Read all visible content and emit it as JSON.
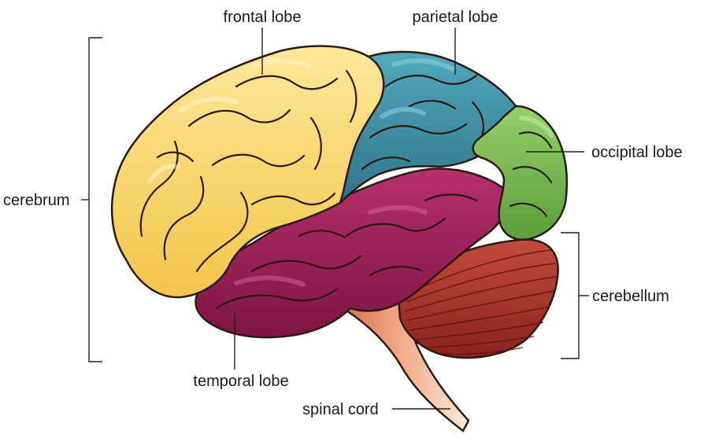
{
  "labels": {
    "frontal": "frontal lobe",
    "parietal": "parietal lobe",
    "occipital": "occipital lobe",
    "cerebrum": "cerebrum",
    "cerebellum": "cerebellum",
    "temporal": "temporal lobe",
    "spinal": "spinal cord"
  },
  "colors": {
    "frontal": "#f9d56a",
    "parietal": "#3f8fa3",
    "occipital": "#78bd4e",
    "temporal": "#9a1f55",
    "cerebellum": "#a4322a",
    "brainstem": "#e98f6a",
    "outline": "#2b1a10"
  }
}
